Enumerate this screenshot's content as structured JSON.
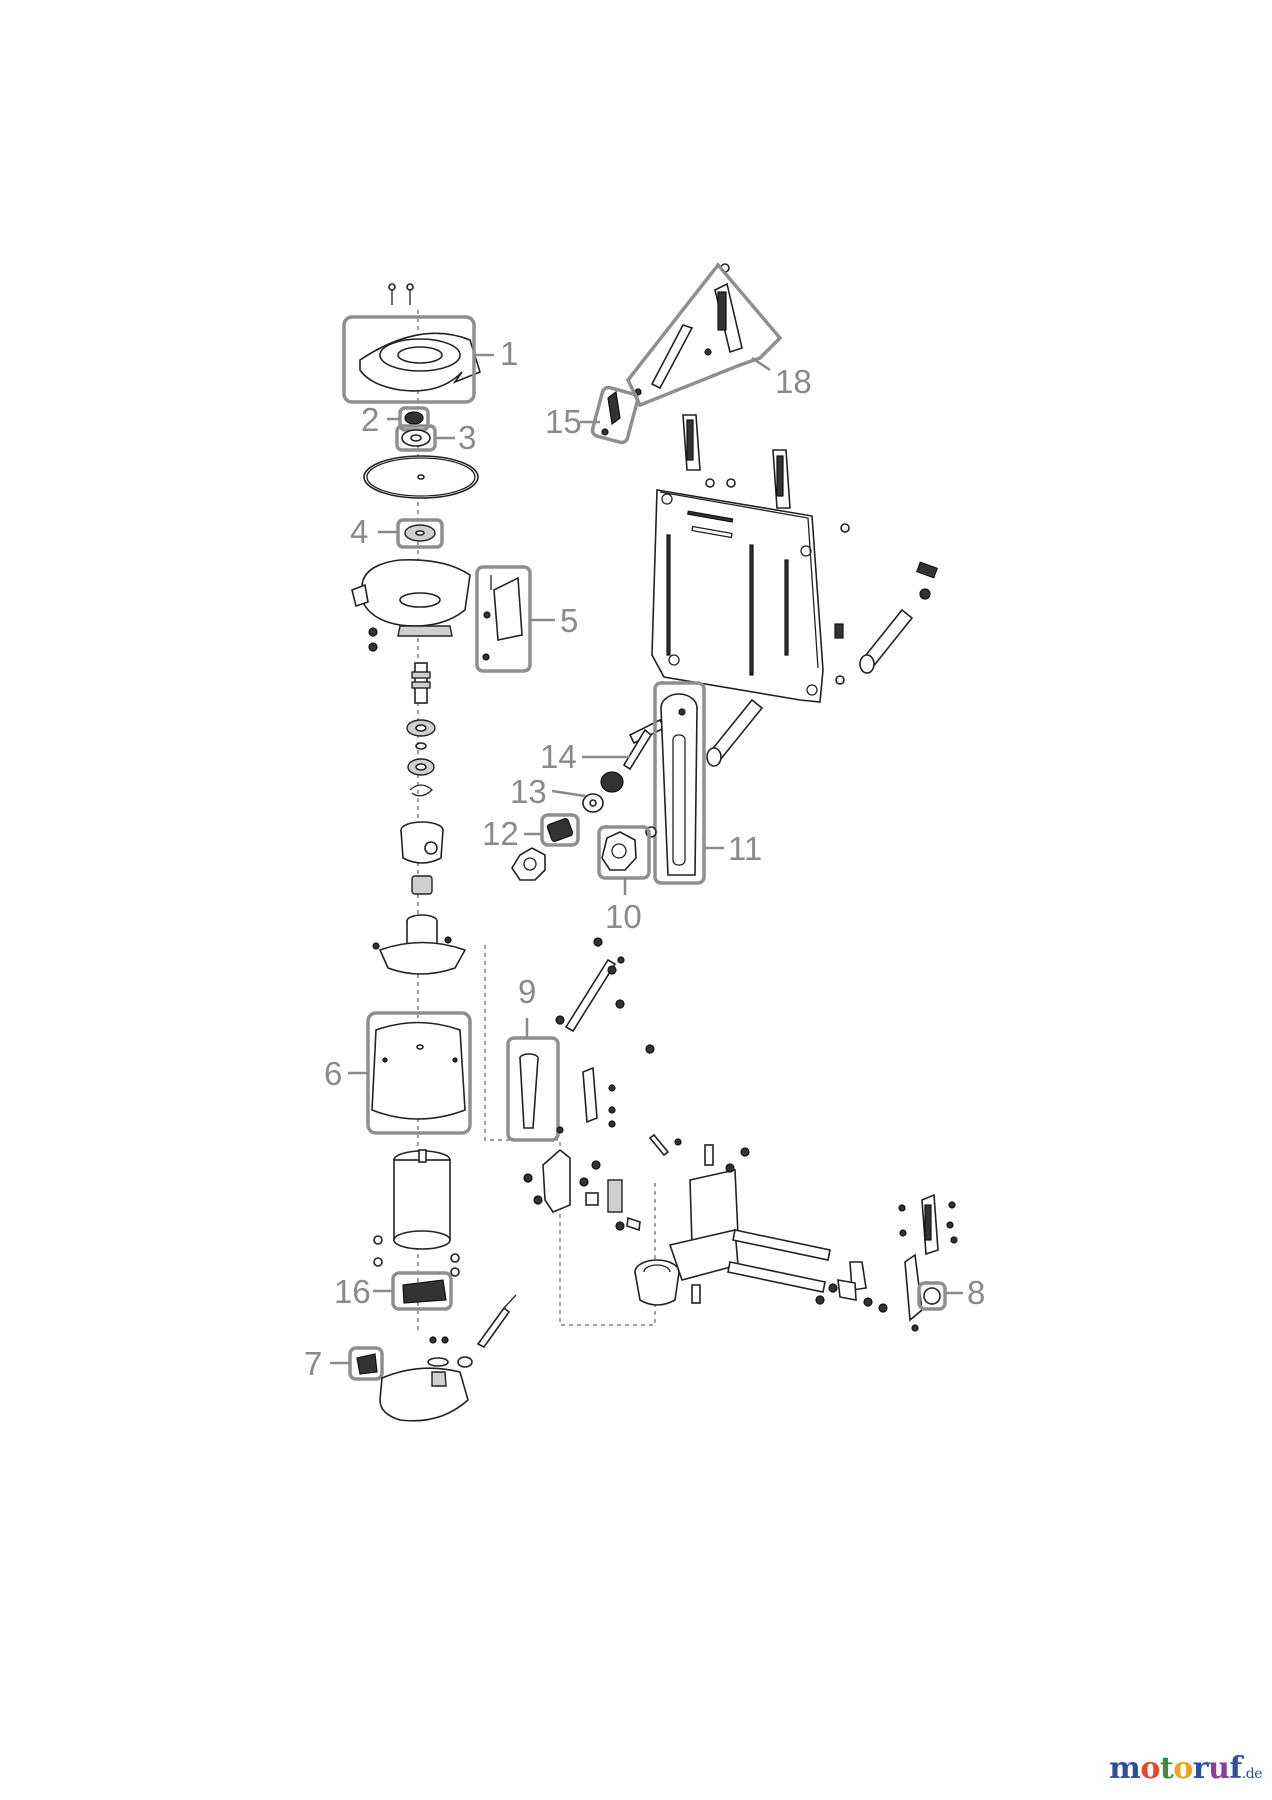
{
  "callouts": {
    "c1": "1",
    "c2": "2",
    "c3": "3",
    "c4": "4",
    "c5": "5",
    "c6": "6",
    "c7": "7",
    "c8": "8",
    "c9": "9",
    "c10": "10",
    "c11": "11",
    "c12": "12",
    "c13": "13",
    "c14": "14",
    "c15": "15",
    "c16": "16",
    "c18": "18"
  },
  "watermark": {
    "brand": "motoruf",
    "tld": ".de"
  },
  "colors": {
    "callout_grey": "#8a8a8a",
    "line_black": "#222222"
  }
}
